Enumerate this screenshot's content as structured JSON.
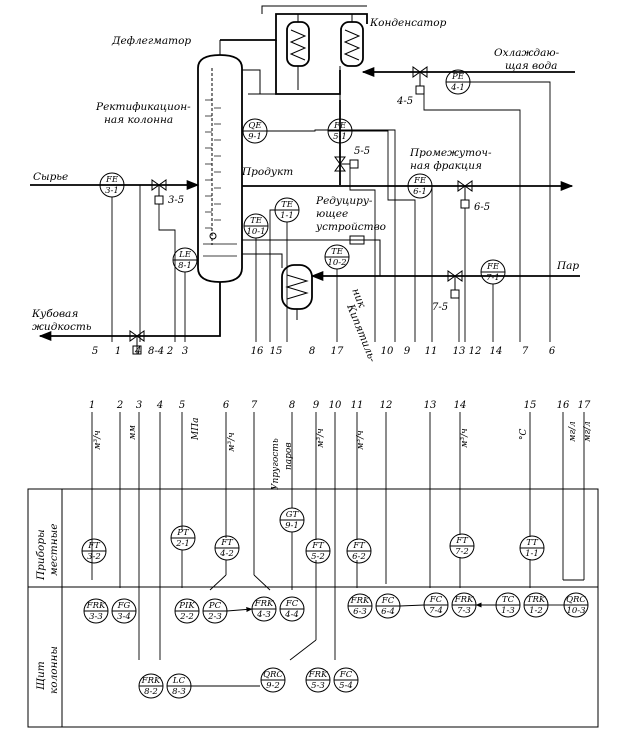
{
  "labels": {
    "deflegmator": "Дефлегматор",
    "kondensator": "Конденсатор",
    "rect1": "Ректификацион-",
    "rect2": "ная колонна",
    "cool1": "Охлаждаю-",
    "cool2": "щая вода",
    "syrye": "Сырье",
    "produkt": "Продукт",
    "interm1": "Промежуточ-",
    "interm2": "ная фракция",
    "redu1": "Редуциру-",
    "redu2": "ющее",
    "redu3": "устройство",
    "par": "Пар",
    "kub1": "Кубовая",
    "kub2": "жидкость",
    "boil": "Кипятиль-",
    "boil2": "ник",
    "local1": "Приборы",
    "local2": "местные",
    "panel1": "Щит",
    "panel2": "колонны"
  },
  "valves": {
    "v35": "3-5",
    "v45": "4-5",
    "v55": "5-5",
    "v65": "6-5",
    "v75": "7-5",
    "v84": "8-4"
  },
  "process_instruments": [
    {
      "top": "PE",
      "bot": "4-1"
    },
    {
      "top": "FE",
      "bot": "3-1"
    },
    {
      "top": "QE",
      "bot": "9-1"
    },
    {
      "top": "FE",
      "bot": "5-1"
    },
    {
      "top": "FE",
      "bot": "6-1"
    },
    {
      "top": "TE",
      "bot": "1-1"
    },
    {
      "top": "TE",
      "bot": "10-1"
    },
    {
      "top": "LE",
      "bot": "8-1"
    },
    {
      "top": "TE",
      "bot": "10-2"
    },
    {
      "top": "FE",
      "bot": "7-1"
    }
  ],
  "line_numbers_process": [
    "5",
    "1",
    "4",
    "2",
    "3",
    "16",
    "15",
    "8",
    "17",
    "10",
    "9",
    "11",
    "13",
    "12",
    "14",
    "7",
    "6"
  ],
  "line_numbers_top": [
    "1",
    "2",
    "3",
    "4",
    "5",
    "6",
    "7",
    "8",
    "9",
    "10",
    "11",
    "12",
    "13",
    "14",
    "15",
    "16",
    "17"
  ],
  "units": {
    "u1": "м³/ч",
    "u2": "мм",
    "u5": "МПа",
    "u6": "м³/ч",
    "u8a": "Упругость",
    "u8b": "паров",
    "u9": "м³/ч",
    "u11": "м³/ч",
    "u14": "м³/ч",
    "u15": "°С",
    "u16": "мг/л",
    "u17": "мг/л"
  },
  "local_instruments": [
    {
      "top": "FT",
      "bot": "3-2"
    },
    {
      "top": "PT",
      "bot": "2-1"
    },
    {
      "top": "FT",
      "bot": "4-2"
    },
    {
      "top": "GT",
      "bot": "9-1"
    },
    {
      "top": "FT",
      "bot": "5-2"
    },
    {
      "top": "FT",
      "bot": "6-2"
    },
    {
      "top": "FT",
      "bot": "7-2"
    },
    {
      "top": "TT",
      "bot": "1-1"
    }
  ],
  "panel_instruments": [
    {
      "top": "FRK",
      "bot": "3-3"
    },
    {
      "top": "FG",
      "bot": "3-4"
    },
    {
      "top": "PIK",
      "bot": "2-2"
    },
    {
      "top": "PC",
      "bot": "2-3"
    },
    {
      "top": "FRK",
      "bot": "4-3"
    },
    {
      "top": "FC",
      "bot": "4-4"
    },
    {
      "top": "FRK",
      "bot": "6-3"
    },
    {
      "top": "FC",
      "bot": "6-4"
    },
    {
      "top": "FC",
      "bot": "7-4"
    },
    {
      "top": "FRK",
      "bot": "7-3"
    },
    {
      "top": "TC",
      "bot": "1-3"
    },
    {
      "top": "TRK",
      "bot": "1-2"
    },
    {
      "top": "QRC",
      "bot": "10-3"
    },
    {
      "top": "FRK",
      "bot": "8-2"
    },
    {
      "top": "LC",
      "bot": "8-3"
    },
    {
      "top": "QRC",
      "bot": "9-2"
    },
    {
      "top": "FRK",
      "bot": "5-3"
    },
    {
      "top": "FC",
      "bot": "5-4"
    }
  ]
}
